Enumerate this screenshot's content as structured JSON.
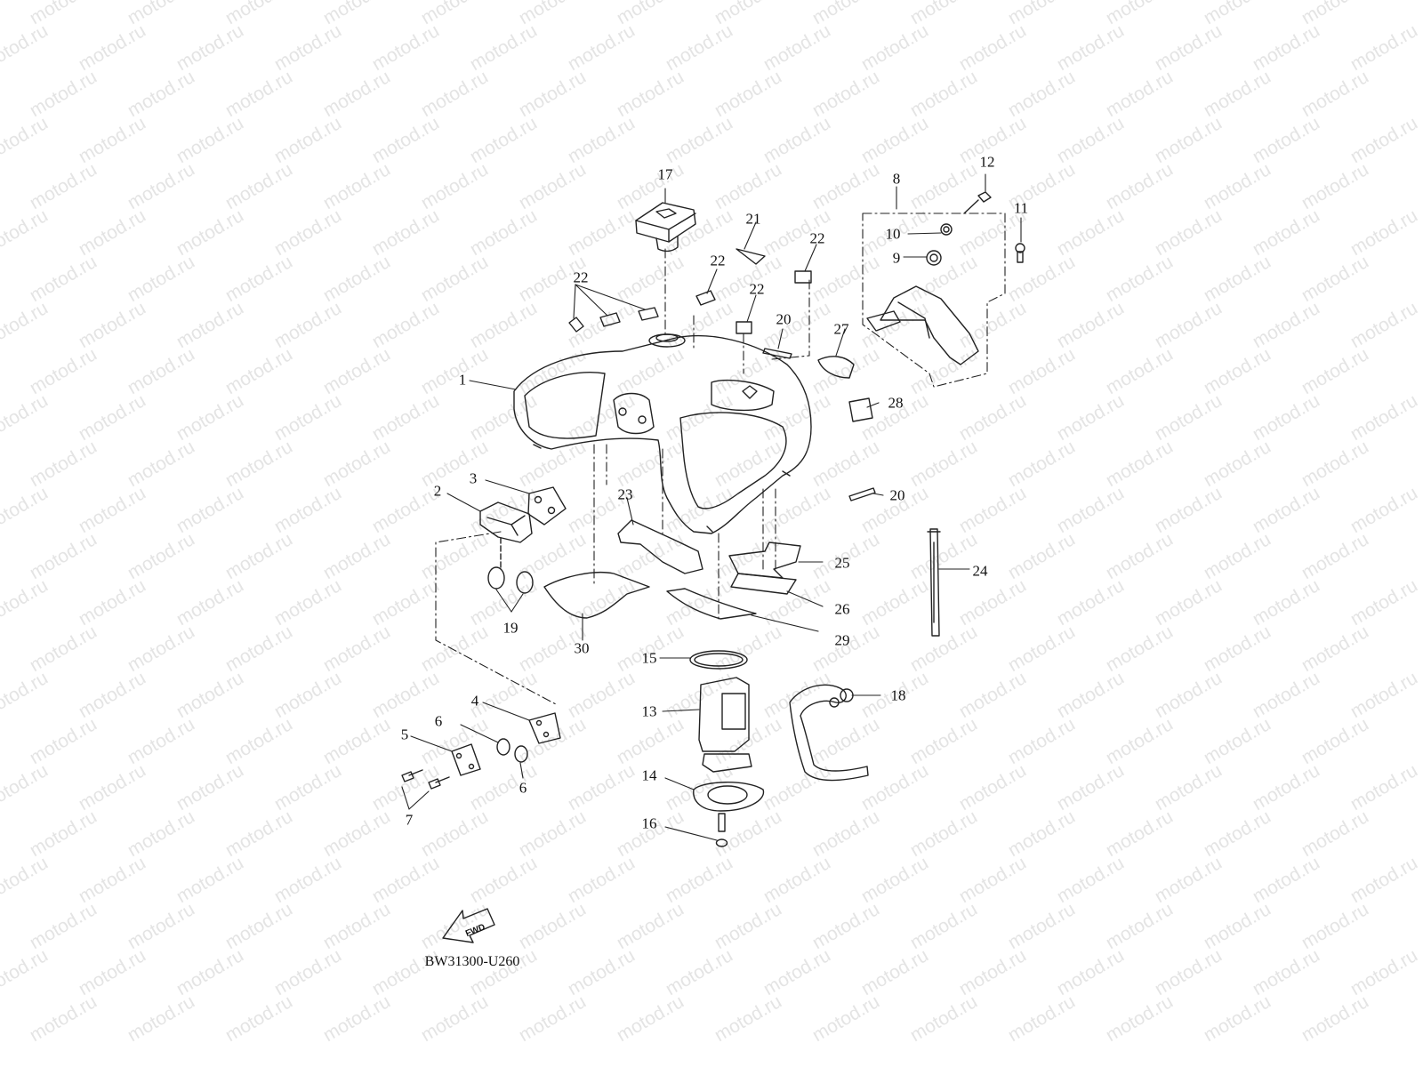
{
  "watermark": {
    "text": "motod.ru"
  },
  "diagram": {
    "part_code": "BW31300-U260",
    "fwd_label": "FWD",
    "callouts": [
      {
        "id": "c1",
        "text": "1"
      },
      {
        "id": "c2",
        "text": "2"
      },
      {
        "id": "c3",
        "text": "3"
      },
      {
        "id": "c4",
        "text": "4"
      },
      {
        "id": "c5",
        "text": "5"
      },
      {
        "id": "c6a",
        "text": "6"
      },
      {
        "id": "c6b",
        "text": "6"
      },
      {
        "id": "c7",
        "text": "7"
      },
      {
        "id": "c8",
        "text": "8"
      },
      {
        "id": "c9",
        "text": "9"
      },
      {
        "id": "c10",
        "text": "10"
      },
      {
        "id": "c11",
        "text": "11"
      },
      {
        "id": "c12",
        "text": "12"
      },
      {
        "id": "c13",
        "text": "13"
      },
      {
        "id": "c14",
        "text": "14"
      },
      {
        "id": "c15",
        "text": "15"
      },
      {
        "id": "c16",
        "text": "16"
      },
      {
        "id": "c17",
        "text": "17"
      },
      {
        "id": "c18",
        "text": "18"
      },
      {
        "id": "c19",
        "text": "19"
      },
      {
        "id": "c20a",
        "text": "20"
      },
      {
        "id": "c20b",
        "text": "20"
      },
      {
        "id": "c21",
        "text": "21"
      },
      {
        "id": "c22a",
        "text": "22"
      },
      {
        "id": "c22b",
        "text": "22"
      },
      {
        "id": "c22c",
        "text": "22"
      },
      {
        "id": "c22d",
        "text": "22"
      },
      {
        "id": "c23",
        "text": "23"
      },
      {
        "id": "c24",
        "text": "24"
      },
      {
        "id": "c25",
        "text": "25"
      },
      {
        "id": "c26",
        "text": "26"
      },
      {
        "id": "c27",
        "text": "27"
      },
      {
        "id": "c28",
        "text": "28"
      },
      {
        "id": "c29",
        "text": "29"
      },
      {
        "id": "c30",
        "text": "30"
      }
    ]
  }
}
